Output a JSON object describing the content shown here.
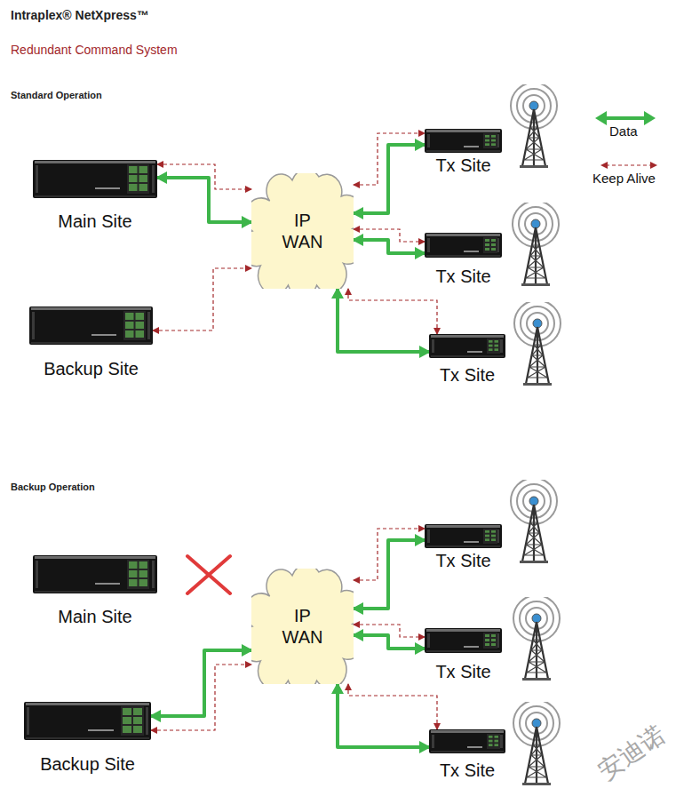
{
  "diagram": {
    "title": "Intraplex® NetXpress™",
    "nodes": [
      {
        "text": [
          "Main Site"
        ]
      },
      {
        "text": [
          "Backup Site"
        ]
      },
      {
        "text": [
          "IP WAN"
        ]
      },
      {
        "text": [
          "Tx Site"
        ]
      },
      {
        "text": [
          "Tx Site"
        ]
      },
      {
        "text": [
          "Tx Site"
        ]
      },
      {
        "text": [
          "Main Site"
        ]
      },
      {
        "text": [
          "Backup Site"
        ]
      },
      {
        "text": [
          "IP WAN"
        ]
      },
      {
        "text": [
          "Tx Site"
        ]
      },
      {
        "text": [
          "Tx Site"
        ]
      },
      {
        "text": [
          "Tx Site"
        ]
      }
    ],
    "edges": [
      {
        "from": 0,
        "to": 2,
        "arrow": "both"
      },
      {
        "from": 0,
        "to": 2,
        "arrow": "both"
      },
      {
        "from": 1,
        "to": 2,
        "arrow": "both"
      },
      {
        "from": 2,
        "to": 3,
        "arrow": "both"
      },
      {
        "from": 2,
        "to": 3,
        "arrow": "both"
      },
      {
        "from": 2,
        "to": 4,
        "arrow": "both"
      },
      {
        "from": 2,
        "to": 4,
        "arrow": "both"
      },
      {
        "from": 2,
        "to": 5,
        "arrow": "both"
      },
      {
        "from": 2,
        "to": 5,
        "arrow": "both"
      },
      {
        "from": 7,
        "to": 8,
        "arrow": "both"
      },
      {
        "from": 7,
        "to": 8,
        "arrow": "both"
      },
      {
        "from": 8,
        "to": 9,
        "arrow": "both"
      },
      {
        "from": 8,
        "to": 9,
        "arrow": "both"
      },
      {
        "from": 8,
        "to": 10,
        "arrow": "both"
      },
      {
        "from": 8,
        "to": 10,
        "arrow": "both"
      },
      {
        "from": 8,
        "to": 11,
        "arrow": "both"
      },
      {
        "from": 8,
        "to": 11,
        "arrow": "both"
      }
    ],
    "labels": [
      "Redundant Command System",
      "Standard Operation",
      "Backup Operation",
      "安迪诺"
    ],
    "legend": [
      {
        "text": "Data"
      },
      {
        "text": "Keep Alive"
      }
    ]
  }
}
